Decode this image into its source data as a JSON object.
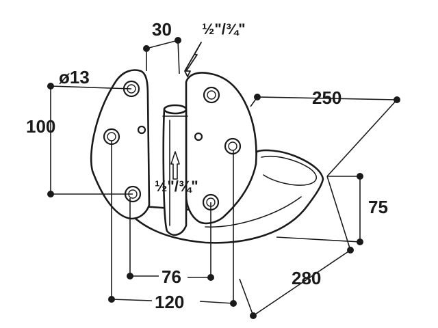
{
  "dimensions": {
    "hole_diameter": "ø13",
    "top_gap": "30",
    "pipe_top": "½\"/¾\"",
    "pipe_bottom": "½\"/¾\"",
    "width_top": "250",
    "height_left": "100",
    "depth_right": "75",
    "depth_bottom": "280",
    "hole_spacing_inner": "76",
    "hole_spacing_outer": "120"
  }
}
